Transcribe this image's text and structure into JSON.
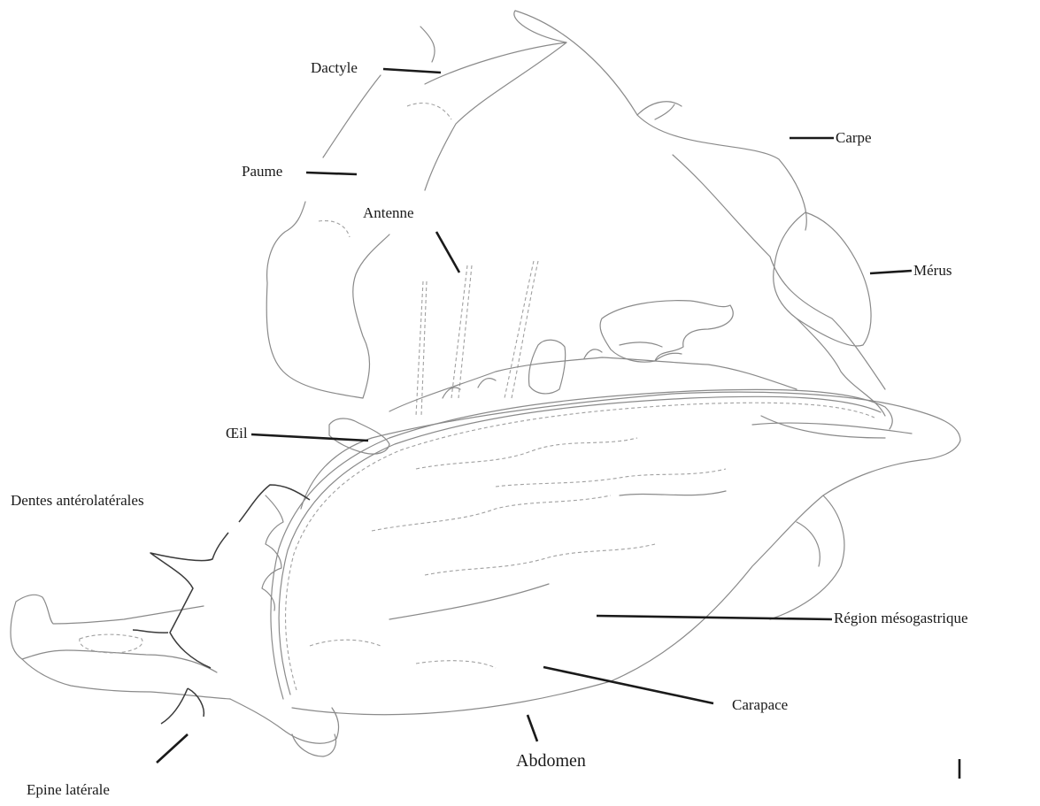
{
  "diagram": {
    "labels": {
      "dactyle": "Dactyle",
      "paume": "Paume",
      "antenne": "Antenne",
      "carpe": "Carpe",
      "merus": "Mérus",
      "oeil": "Œil",
      "dentes": "Dentes antérolatérales",
      "region": "Région mésogastrique",
      "carapace": "Carapace",
      "abdomen": "Abdomen",
      "epine": "Epine latérale"
    }
  }
}
